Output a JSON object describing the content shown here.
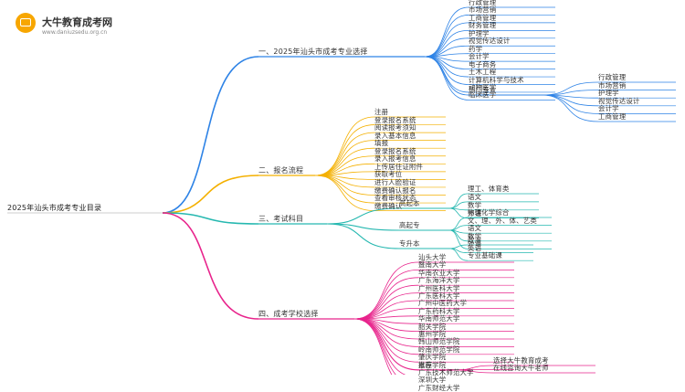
{
  "brand": {
    "name": "大牛教育成考网",
    "url": "www.daniuzsedu.org.cn",
    "color": "#f7a600"
  },
  "root": "2025年汕头市成考专业目录",
  "branches": [
    {
      "label": "一、2025年汕头市成考专业选择",
      "color": "#2e83e6",
      "children": [
        "行政管理",
        "市场营销",
        "工商管理",
        "财务管理",
        "护理学",
        "视觉传达设计",
        "药学",
        "会计学",
        "电子商务",
        "土木工程",
        "计算机科学与技术",
        "动物医学",
        "临床医学",
        {
          "label": "热门专业",
          "children": [
            "行政管理",
            "市场营销",
            "护理学",
            "视觉传达设计",
            "会计学",
            "工商管理"
          ]
        }
      ]
    },
    {
      "label": "二、报名流程",
      "color": "#f4b000",
      "children": [
        "注册",
        "登录报名系统",
        "阅读报考须知",
        "录入基本信息",
        "填报",
        "登录报名系统",
        "录入报考信息",
        "上传居住证附件",
        "获取考位",
        "进行人脸验证",
        "缴费确认报名",
        "查看审核状态",
        "缴费确认"
      ]
    },
    {
      "label": "三、考试科目",
      "color": "#26b8b0",
      "children": [
        {
          "label": "高起本",
          "children": [
            "理工、体育类",
            "语文",
            "数学",
            "外语"
          ]
        },
        {
          "label": "高起专",
          "children": [
            "物理化学综合",
            "文、理、外、体、艺类",
            "语文",
            "数学",
            "外语"
          ]
        },
        {
          "label": "专升本",
          "children": [
            "政治",
            "英语",
            "专业基础课"
          ]
        }
      ]
    },
    {
      "label": "四、成考学校选择",
      "color": "#e8248c",
      "children": [
        "汕头大学",
        "暨南大学",
        "华南农业大学",
        "广东海洋大学",
        "广州医科大学",
        "广东医科大学",
        "广州中医药大学",
        "广东药科大学",
        "华南师范大学",
        "韶关学院",
        "惠州学院",
        "韩山师范学院",
        "岭南师范学院",
        "肇庆学院",
        "嘉应学院",
        "广东技术师范大学",
        "深圳大学",
        "广东财经大学",
        {
          "label": "推荐",
          "children": [
            "选择大牛教育成考",
            "在线咨询大牛老师"
          ]
        }
      ]
    }
  ]
}
